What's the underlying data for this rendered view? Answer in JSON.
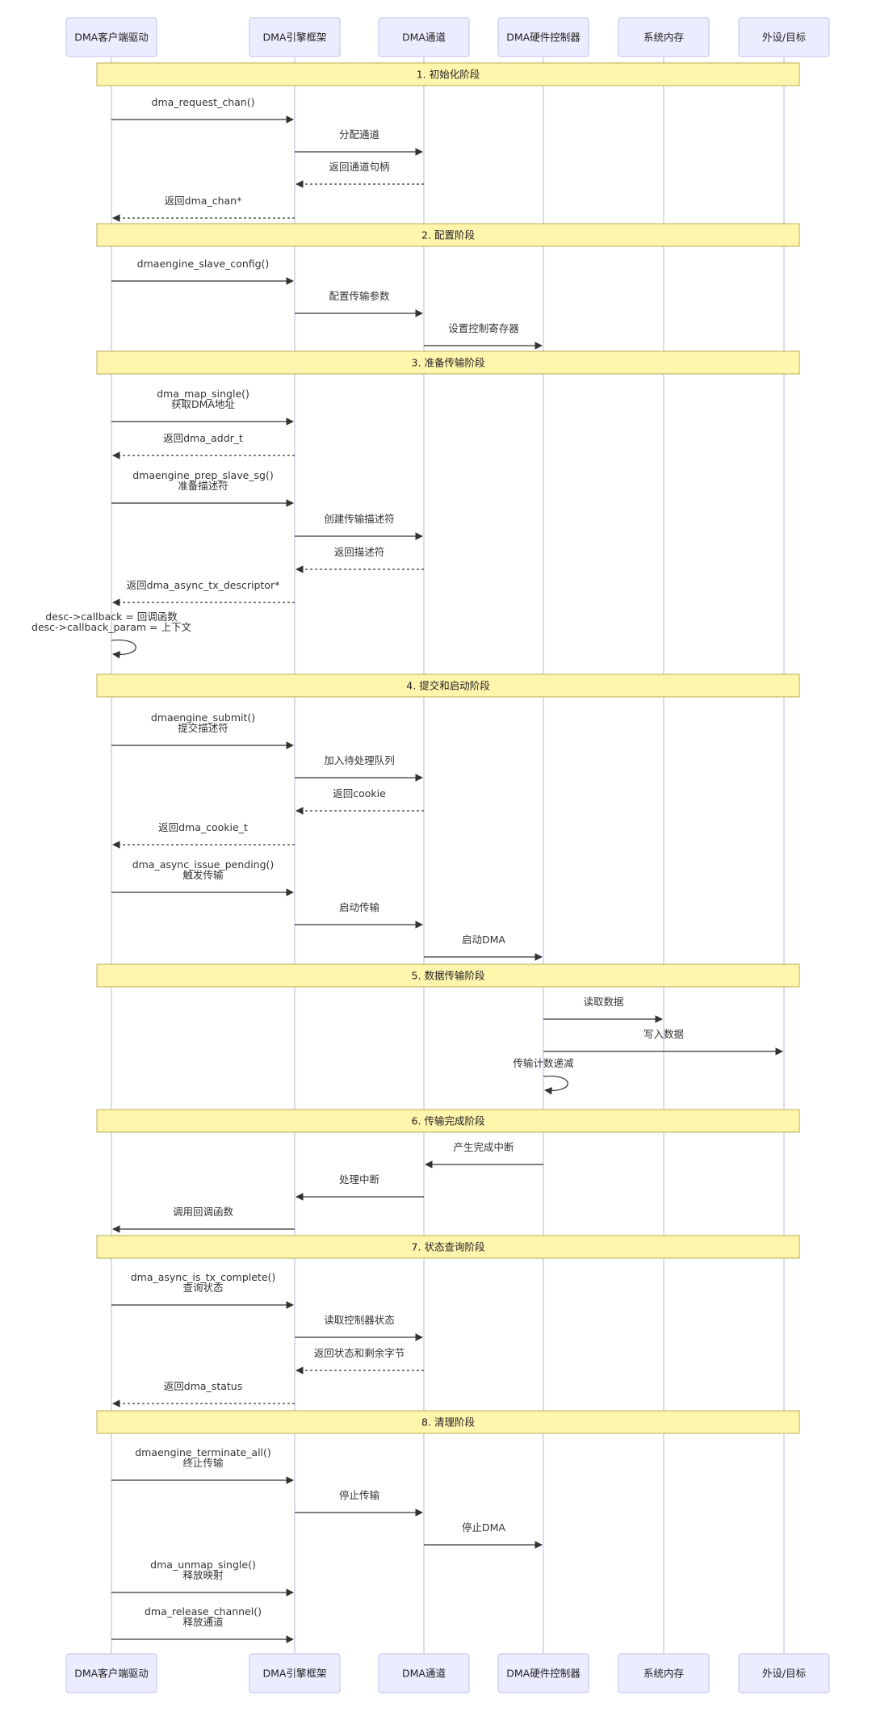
{
  "participants": [
    {
      "id": "client",
      "label": "DMA客户端驱动"
    },
    {
      "id": "engine",
      "label": "DMA引擎框架"
    },
    {
      "id": "chan",
      "label": "DMA通道"
    },
    {
      "id": "hw",
      "label": "DMA硬件控制器"
    },
    {
      "id": "mem",
      "label": "系统内存"
    },
    {
      "id": "dev",
      "label": "外设/目标"
    }
  ],
  "phases": [
    {
      "label": "1. 初始化阶段"
    },
    {
      "label": "2. 配置阶段"
    },
    {
      "label": "3. 准备传输阶段"
    },
    {
      "label": "4. 提交和启动阶段"
    },
    {
      "label": "5. 数据传输阶段"
    },
    {
      "label": "6. 传输完成阶段"
    },
    {
      "label": "7. 状态查询阶段"
    },
    {
      "label": "8. 清理阶段"
    }
  ],
  "messages": [
    {
      "from": "client",
      "to": "engine",
      "lines": [
        "dma_request_chan()"
      ],
      "style": "solid"
    },
    {
      "from": "engine",
      "to": "chan",
      "lines": [
        "分配通道"
      ],
      "style": "solid"
    },
    {
      "from": "chan",
      "to": "engine",
      "lines": [
        "返回通道句柄"
      ],
      "style": "dashed"
    },
    {
      "from": "engine",
      "to": "client",
      "lines": [
        "返回dma_chan*"
      ],
      "style": "dashed"
    },
    {
      "from": "client",
      "to": "engine",
      "lines": [
        "dmaengine_slave_config()"
      ],
      "style": "solid"
    },
    {
      "from": "engine",
      "to": "chan",
      "lines": [
        "配置传输参数"
      ],
      "style": "solid"
    },
    {
      "from": "chan",
      "to": "hw",
      "lines": [
        "设置控制寄存器"
      ],
      "style": "solid"
    },
    {
      "from": "client",
      "to": "engine",
      "lines": [
        "dma_map_single()",
        "获取DMA地址"
      ],
      "style": "solid"
    },
    {
      "from": "engine",
      "to": "client",
      "lines": [
        "返回dma_addr_t"
      ],
      "style": "dashed"
    },
    {
      "from": "client",
      "to": "engine",
      "lines": [
        "dmaengine_prep_slave_sg()",
        "准备描述符"
      ],
      "style": "solid"
    },
    {
      "from": "engine",
      "to": "chan",
      "lines": [
        "创建传输描述符"
      ],
      "style": "solid"
    },
    {
      "from": "chan",
      "to": "engine",
      "lines": [
        "返回描述符"
      ],
      "style": "dashed"
    },
    {
      "from": "engine",
      "to": "client",
      "lines": [
        "返回dma_async_tx_descriptor*"
      ],
      "style": "dashed"
    },
    {
      "from": "client",
      "to": "client",
      "lines": [
        "desc->callback = 回调函数",
        "desc->callback_param = 上下文"
      ],
      "style": "solid"
    },
    {
      "from": "client",
      "to": "engine",
      "lines": [
        "dmaengine_submit()",
        "提交描述符"
      ],
      "style": "solid"
    },
    {
      "from": "engine",
      "to": "chan",
      "lines": [
        "加入待处理队列"
      ],
      "style": "solid"
    },
    {
      "from": "chan",
      "to": "engine",
      "lines": [
        "返回cookie"
      ],
      "style": "dashed"
    },
    {
      "from": "engine",
      "to": "client",
      "lines": [
        "返回dma_cookie_t"
      ],
      "style": "dashed"
    },
    {
      "from": "client",
      "to": "engine",
      "lines": [
        "dma_async_issue_pending()",
        "触发传输"
      ],
      "style": "solid"
    },
    {
      "from": "engine",
      "to": "chan",
      "lines": [
        "启动传输"
      ],
      "style": "solid"
    },
    {
      "from": "chan",
      "to": "hw",
      "lines": [
        "启动DMA"
      ],
      "style": "solid"
    },
    {
      "from": "hw",
      "to": "mem",
      "lines": [
        "读取数据"
      ],
      "style": "solid"
    },
    {
      "from": "hw",
      "to": "dev",
      "lines": [
        "写入数据"
      ],
      "style": "solid"
    },
    {
      "from": "hw",
      "to": "hw",
      "lines": [
        "传输计数递减"
      ],
      "style": "solid"
    },
    {
      "from": "hw",
      "to": "chan",
      "lines": [
        "产生完成中断"
      ],
      "style": "solid"
    },
    {
      "from": "chan",
      "to": "engine",
      "lines": [
        "处理中断"
      ],
      "style": "solid"
    },
    {
      "from": "engine",
      "to": "client",
      "lines": [
        "调用回调函数"
      ],
      "style": "solid"
    },
    {
      "from": "client",
      "to": "engine",
      "lines": [
        "dma_async_is_tx_complete()",
        "查询状态"
      ],
      "style": "solid"
    },
    {
      "from": "engine",
      "to": "chan",
      "lines": [
        "读取控制器状态"
      ],
      "style": "solid"
    },
    {
      "from": "chan",
      "to": "engine",
      "lines": [
        "返回状态和剩余字节"
      ],
      "style": "dashed"
    },
    {
      "from": "engine",
      "to": "client",
      "lines": [
        "返回dma_status"
      ],
      "style": "dashed"
    },
    {
      "from": "client",
      "to": "engine",
      "lines": [
        "dmaengine_terminate_all()",
        "终止传输"
      ],
      "style": "solid"
    },
    {
      "from": "engine",
      "to": "chan",
      "lines": [
        "停止传输"
      ],
      "style": "solid"
    },
    {
      "from": "chan",
      "to": "hw",
      "lines": [
        "停止DMA"
      ],
      "style": "solid"
    },
    {
      "from": "client",
      "to": "engine",
      "lines": [
        "dma_unmap_single()",
        "释放映射"
      ],
      "style": "solid"
    },
    {
      "from": "client",
      "to": "engine",
      "lines": [
        "dma_release_channel()",
        "释放通道"
      ],
      "style": "solid"
    }
  ],
  "colors": {
    "actor_fill": "#ececff",
    "actor_border": "#c9c9ef",
    "phase_fill": "#fff5ad",
    "phase_border": "#b8ac53",
    "arrow": "#333333"
  }
}
